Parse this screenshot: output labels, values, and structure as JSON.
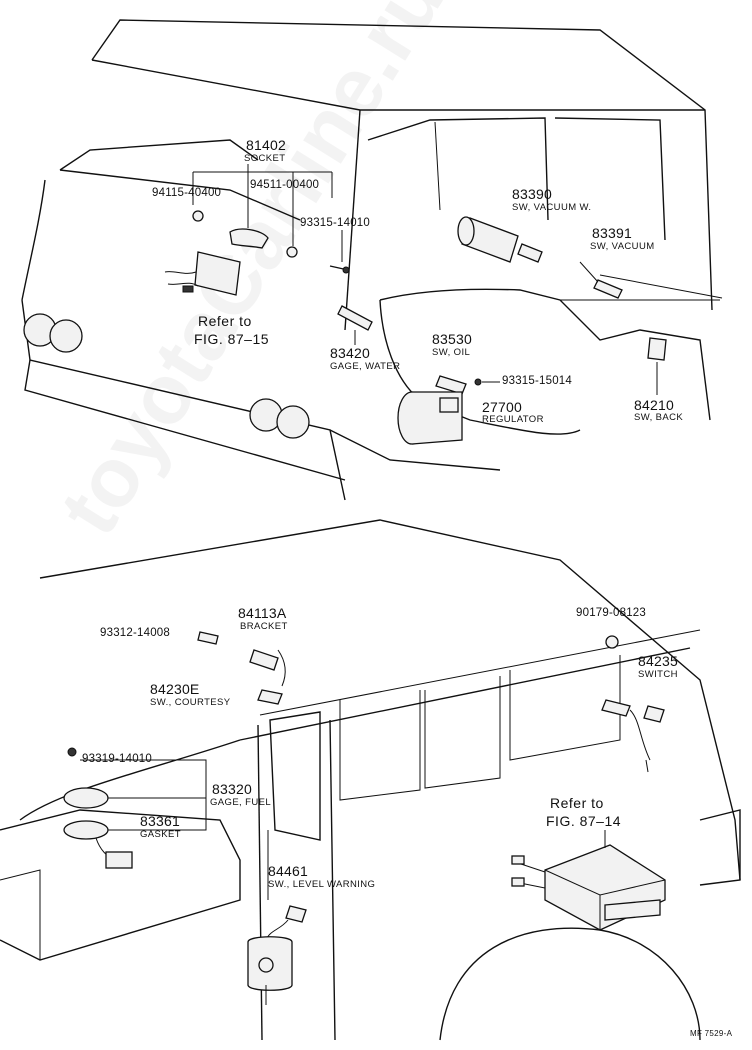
{
  "watermark": "toyotaCarline.ru",
  "figure_code": "MF 7529-A",
  "upper_parts": [
    {
      "id": "81402",
      "label": "81402",
      "desc": "SOCKET"
    },
    {
      "id": "94115",
      "label": "94115-40400"
    },
    {
      "id": "94511",
      "label": "94511-00400"
    },
    {
      "id": "93315a",
      "label": "93315-14010"
    },
    {
      "id": "83390",
      "label": "83390",
      "desc": "SW, VACUUM W."
    },
    {
      "id": "83391",
      "label": "83391",
      "desc": "SW, VACUUM"
    },
    {
      "id": "83420",
      "label": "83420",
      "desc": "GAGE, WATER"
    },
    {
      "id": "83530",
      "label": "83530",
      "desc": "SW, OIL"
    },
    {
      "id": "93315b",
      "label": "93315-15014"
    },
    {
      "id": "27700",
      "label": "27700",
      "desc": "REGULATOR"
    },
    {
      "id": "84210",
      "label": "84210",
      "desc": "SW, BACK"
    }
  ],
  "lower_parts": [
    {
      "id": "84113A",
      "label": "84113A",
      "desc": "BRACKET"
    },
    {
      "id": "93312",
      "label": "93312-14008"
    },
    {
      "id": "84230E",
      "label": "84230E",
      "desc": "SW., COURTESY"
    },
    {
      "id": "90179",
      "label": "90179-08123"
    },
    {
      "id": "84235",
      "label": "84235",
      "desc": "SWITCH"
    },
    {
      "id": "93319",
      "label": "93319-14010"
    },
    {
      "id": "83320",
      "label": "83320",
      "desc": "GAGE, FUEL"
    },
    {
      "id": "83361",
      "label": "83361",
      "desc": "GASKET"
    },
    {
      "id": "84461",
      "label": "84461",
      "desc": "SW., LEVEL WARNING"
    }
  ],
  "references": [
    {
      "id": "ref1",
      "line1": "Refer to",
      "line2": "FIG. 87–15"
    },
    {
      "id": "ref2",
      "line1": "Refer to",
      "line2": "FIG. 87–14"
    }
  ]
}
